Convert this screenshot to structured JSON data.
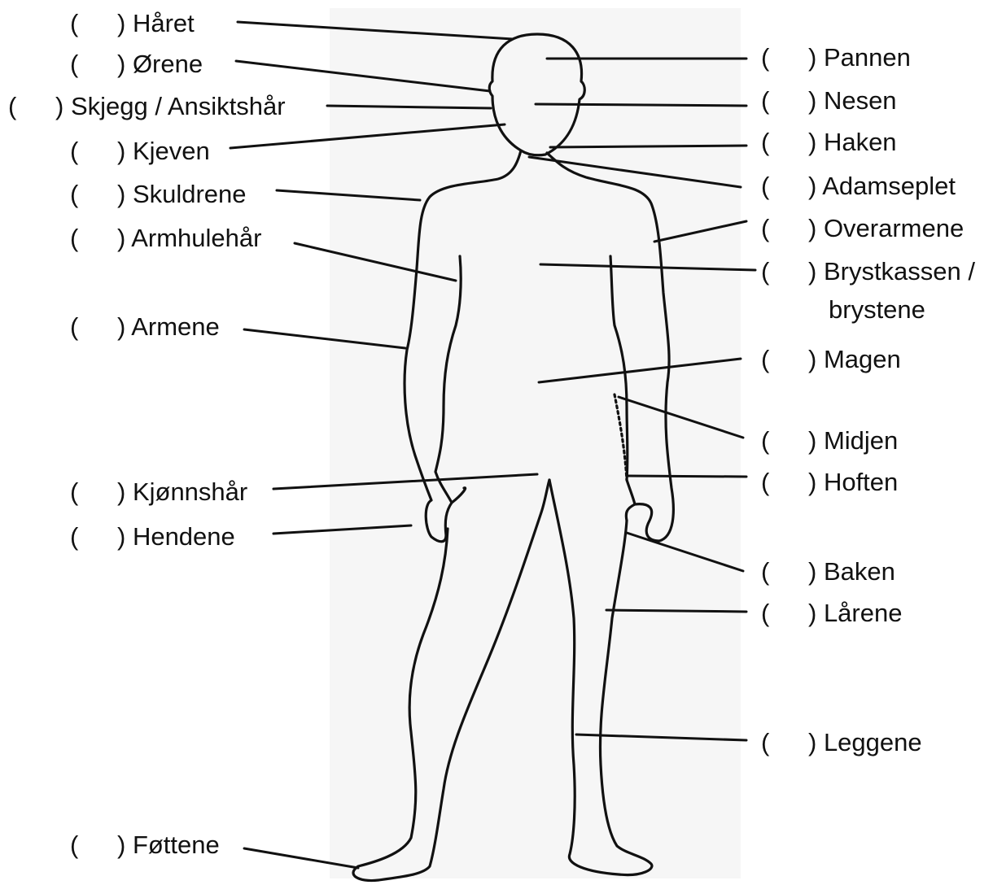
{
  "labels": {
    "left": [
      {
        "open": "(",
        "close": ") ",
        "text": "Håret"
      },
      {
        "open": "(",
        "close": ") ",
        "text": "Ørene"
      },
      {
        "open": "(",
        "close": ") ",
        "text": "Skjegg / Ansiktshår"
      },
      {
        "open": "(",
        "close": ") ",
        "text": "Kjeven"
      },
      {
        "open": "(",
        "close": ") ",
        "text": "Skuldrene"
      },
      {
        "open": "(",
        "close": ") ",
        "text": "Armhulehår"
      },
      {
        "open": "(",
        "close": ") ",
        "text": "Armene"
      },
      {
        "open": "(",
        "close": ") ",
        "text": "Kjønnshår"
      },
      {
        "open": "(",
        "close": ") ",
        "text": "Hendene"
      },
      {
        "open": "(",
        "close": ") ",
        "text": "Føttene"
      }
    ],
    "right": [
      {
        "open": "(",
        "close": ") ",
        "text": "Pannen"
      },
      {
        "open": "(",
        "close": ") ",
        "text": "Nesen"
      },
      {
        "open": "(",
        "close": ") ",
        "text": "Haken"
      },
      {
        "open": "(",
        "close": ") ",
        "text": "Adamseplet"
      },
      {
        "open": "(",
        "close": ") ",
        "text": "Overarmene"
      },
      {
        "open": "(",
        "close": ") ",
        "text": "Brystkassen /",
        "text2": "brystene"
      },
      {
        "open": "(",
        "close": ") ",
        "text": "Magen"
      },
      {
        "open": "(",
        "close": ") ",
        "text": "Midjen"
      },
      {
        "open": "(",
        "close": ") ",
        "text": "Hoften"
      },
      {
        "open": "(",
        "close": ") ",
        "text": "Baken"
      },
      {
        "open": "(",
        "close": ") ",
        "text": "Lårene"
      },
      {
        "open": "(",
        "close": ") ",
        "text": "Leggene"
      }
    ]
  }
}
